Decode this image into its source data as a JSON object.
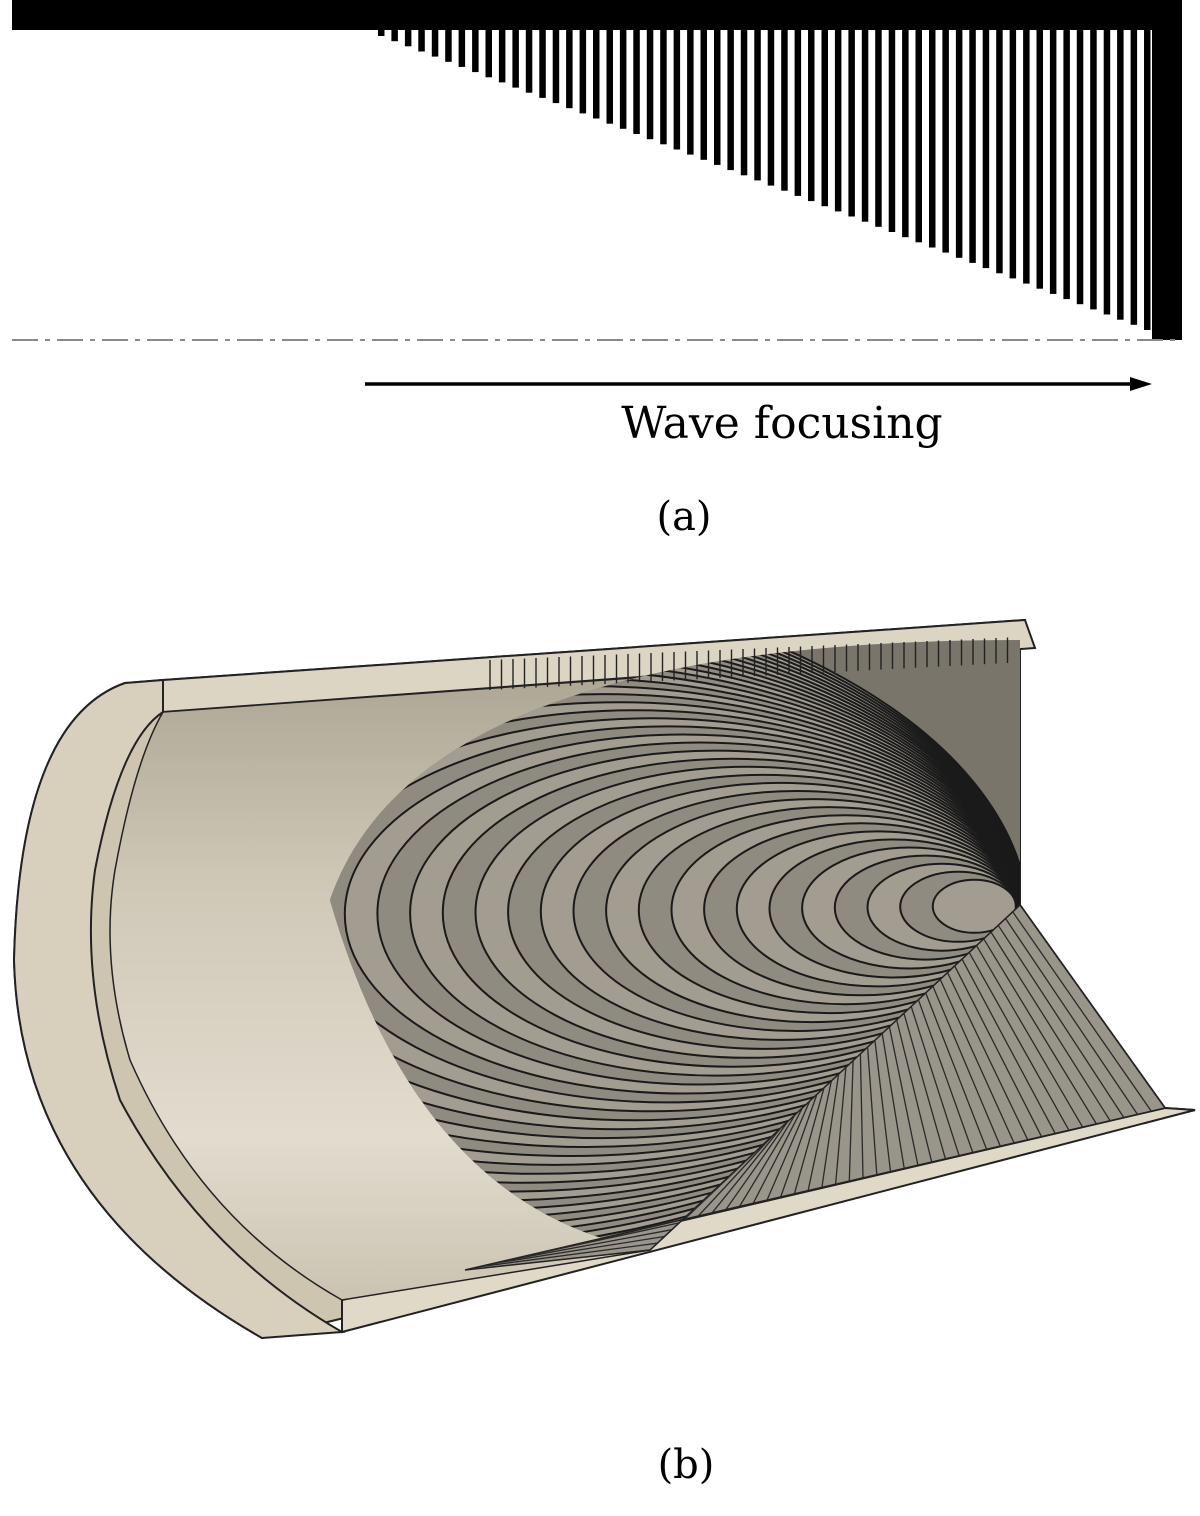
{
  "panel_a": {
    "arrow_label": "Wave focusing",
    "caption": "(a)",
    "comb_teeth": 58
  },
  "panel_b": {
    "caption": "(b)",
    "ring_count": 40,
    "floor_rib_count": 52
  },
  "colors": {
    "ink": "#000000",
    "axis": "#8a8a8a",
    "shell_inner_light": "#e3dccd",
    "shell_inner_dark": "#bfb6a4",
    "shell_edge": "#ddd5c4",
    "shell_outer": "#c8bfaa",
    "ring_fill": "#8f8a80",
    "ring_stroke": "#1a1a1a",
    "rib_fill": "#9a958a"
  }
}
